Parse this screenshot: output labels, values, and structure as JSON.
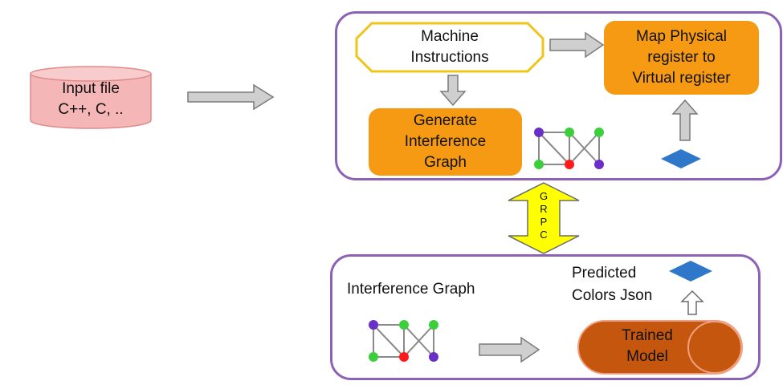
{
  "input": {
    "line1": "Input file",
    "line2": "C++, C, .."
  },
  "top": {
    "machine": {
      "line1": "Machine",
      "line2": "Instructions"
    },
    "map": {
      "line1": "Map Physical",
      "line2": "register to",
      "line3": "Virtual register"
    },
    "generate": {
      "line1": "Generate",
      "line2": "Interference",
      "line3": "Graph"
    }
  },
  "grpc": {
    "letters": [
      "G",
      "R",
      "P",
      "C"
    ]
  },
  "bottom": {
    "interference_label": "Interference Graph",
    "predicted": {
      "line1": "Predicted",
      "line2": "Colors Json"
    },
    "model": {
      "line1": "Trained",
      "line2": "Model"
    }
  },
  "colors": {
    "panel_border": "#8c62b5",
    "orange": "#f59a12",
    "model_fill": "#c4570d",
    "yellow_border": "#f0c419",
    "cylinder": "#f4b6b6",
    "diamond": "#2f78c9",
    "grpc_arrow": "#ffff00",
    "node_purple": "#6a2fc9",
    "node_green": "#3ccf3c",
    "node_red": "#ff1a1a"
  }
}
